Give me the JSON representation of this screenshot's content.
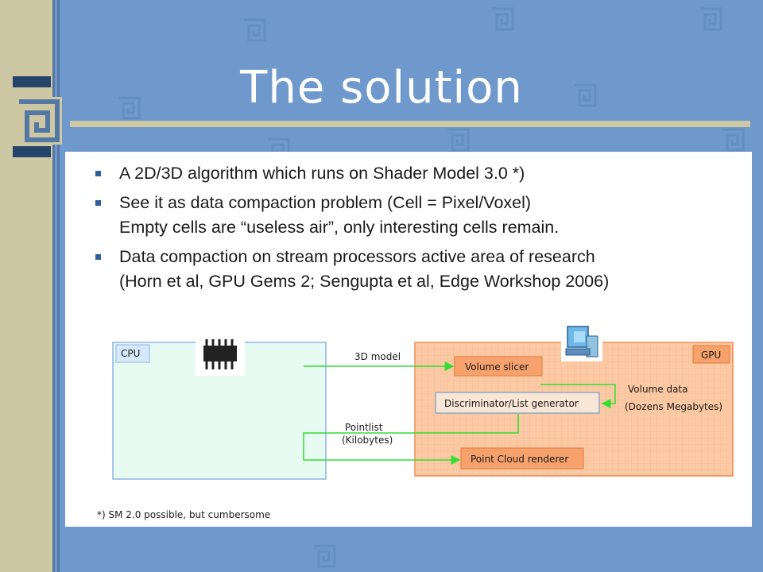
{
  "slide": {
    "title": "The solution",
    "bullets": [
      {
        "lines": [
          "A 2D/3D algorithm which runs on Shader Model 3.0 *)"
        ]
      },
      {
        "lines": [
          "See it as data compaction problem (Cell = Pixel/Voxel)",
          "Empty cells are “useless air”, only interesting cells remain."
        ]
      },
      {
        "lines": [
          "Data compaction on stream processors active area of research",
          "(Horn et al, GPU Gems 2; Sengupta et al, Edge Workshop 2006)"
        ]
      }
    ],
    "diagram": {
      "cpu_label": "CPU",
      "gpu_label": "GPU",
      "model_label": "3D model",
      "volume_slicer": "Volume slicer",
      "discriminator": "Discriminator/List generator",
      "point_cloud": "Point Cloud renderer",
      "volume_data": "Volume data",
      "volume_size": "(Dozens Megabytes)",
      "pointlist": "Pointlist",
      "pointlist_size": "(Kilobytes)"
    },
    "footnote": "*) SM 2.0 possible, but cumbersome",
    "colors": {
      "background": "#6f99cc",
      "strip": "#cdc7a4",
      "cpu_fill": "#e7fbf3",
      "cpu_border": "#8fb2e6",
      "gpu_fill": "#fbc9a3",
      "gpu_border": "#f0864a",
      "box_fill": "#f7a26c",
      "arrow": "#33dd33"
    }
  }
}
